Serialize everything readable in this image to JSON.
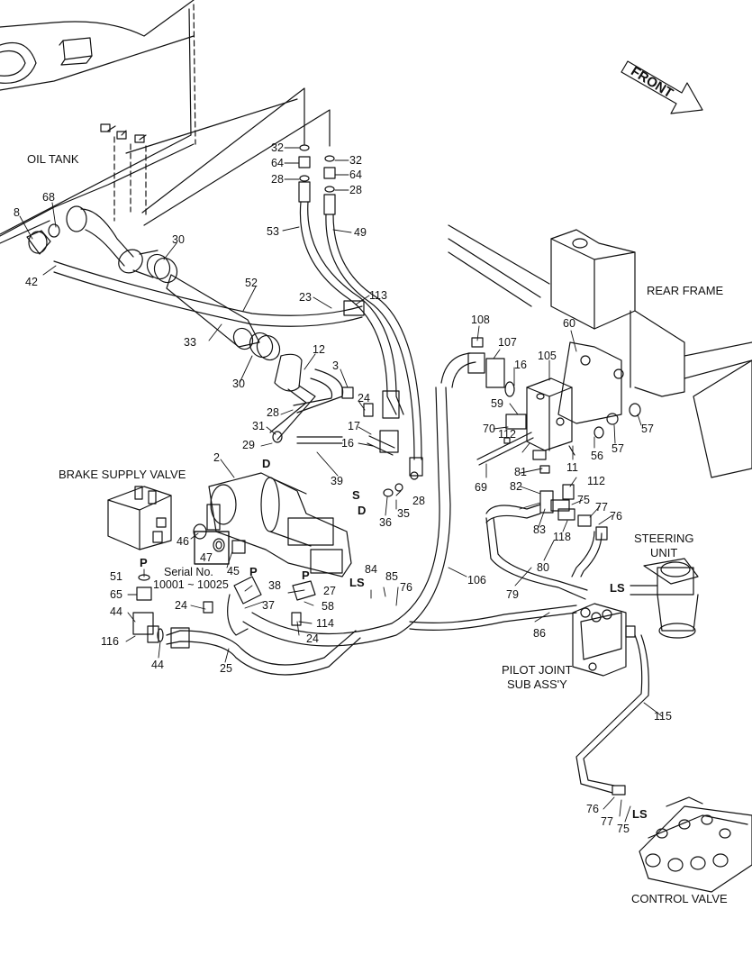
{
  "labels": {
    "oil_tank": "OIL TANK",
    "rear_frame": "REAR FRAME",
    "brake_supply_valve": "BRAKE SUPPLY VALVE",
    "serial_no_1": "Serial No.",
    "serial_no_2": "10001 ~ 10025",
    "steering_unit_1": "STEERING",
    "steering_unit_2": "UNIT",
    "pilot_joint_1": "PILOT JOINT",
    "pilot_joint_2": "SUB ASS'Y",
    "control_valve": "CONTROL VALVE",
    "front": "FRONT"
  },
  "ports": {
    "d1": "D",
    "p1": "P",
    "p2": "P",
    "p3": "P",
    "s": "S",
    "d2": "D",
    "ls1": "LS",
    "ls2": "LS",
    "ls3": "LS"
  },
  "parts": {
    "p32a": "32",
    "p64a": "64",
    "p28a": "28",
    "p32b": "32",
    "p64b": "64",
    "p28b": "28",
    "p53": "53",
    "p49": "49",
    "p68": "68",
    "p8": "8",
    "p42": "42",
    "p30a": "30",
    "p52": "52",
    "p23": "23",
    "p113": "113",
    "p33": "33",
    "p12": "12",
    "p30b": "30",
    "p3": "3",
    "p24a": "24",
    "p28c": "28",
    "p31": "31",
    "p29": "29",
    "p17": "17",
    "p16a": "16",
    "p39": "39",
    "p2": "2",
    "p28d": "28",
    "p36": "36",
    "p35": "35",
    "p46": "46",
    "p47": "47",
    "p45": "45",
    "p38": "38",
    "p27": "27",
    "p37": "37",
    "p58": "58",
    "p114": "114",
    "p24b": "24",
    "p24c": "24",
    "p51": "51",
    "p65": "65",
    "p44a": "44",
    "p116": "116",
    "p44b": "44",
    "p25": "25",
    "p84": "84",
    "p85": "85",
    "p76a": "76",
    "p106": "106",
    "p108": "108",
    "p107": "107",
    "p16b": "16",
    "p105": "105",
    "p60": "60",
    "p59": "59",
    "p70": "70",
    "p112a": "112",
    "p81": "81",
    "p11": "11",
    "p56": "56",
    "p57a": "57",
    "p57b": "57",
    "p69": "69",
    "p82": "82",
    "p112b": "112",
    "p75a": "75",
    "p77a": "77",
    "p76b": "76",
    "p83": "83",
    "p118": "118",
    "p80": "80",
    "p79": "79",
    "p86": "86",
    "p115": "115",
    "p76c": "76",
    "p77b": "77",
    "p75b": "75"
  }
}
